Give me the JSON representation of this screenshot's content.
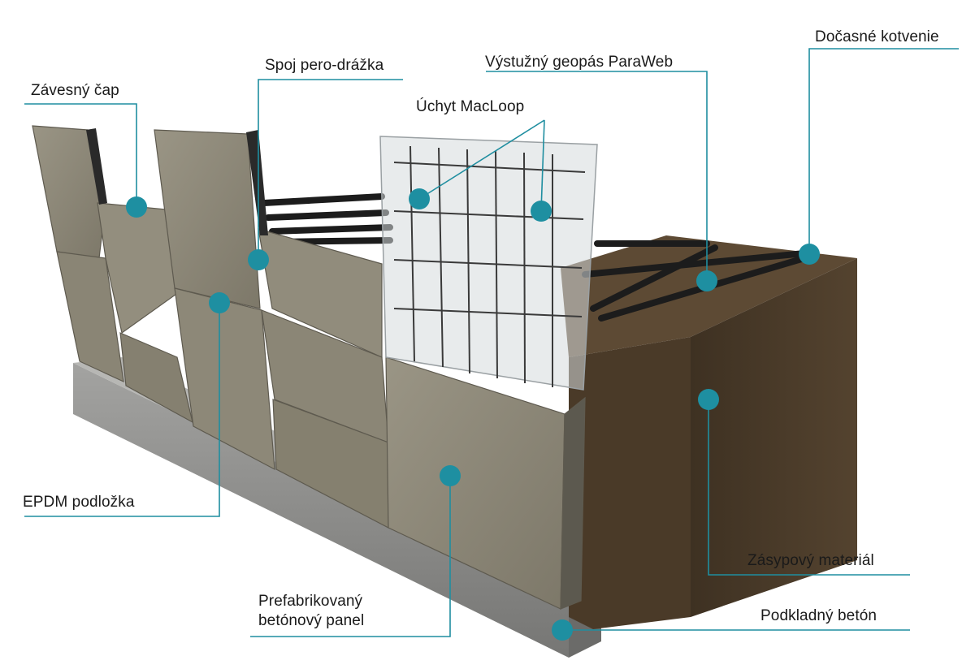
{
  "colors": {
    "callout_line": "#1f8ea0",
    "callout_dot": "#1e8fa1",
    "panel": "#8c8777",
    "soil": "#4a3b2a",
    "footing": "#8e8e8c"
  },
  "callouts": {
    "hanger_pin": "Závesný čap",
    "tongue_groove": "Spoj pero-drážka",
    "macloop": "Úchyt MacLoop",
    "geostrip": "Výstužný geopás ParaWeb",
    "temp_anchor": "Dočasné kotvenie",
    "epdm": "EPDM podložka",
    "panel_line1": "Prefabrikovaný",
    "panel_line2": "betónový panel",
    "backfill": "Zásypový materiál",
    "footing": "Podkladný betón"
  }
}
